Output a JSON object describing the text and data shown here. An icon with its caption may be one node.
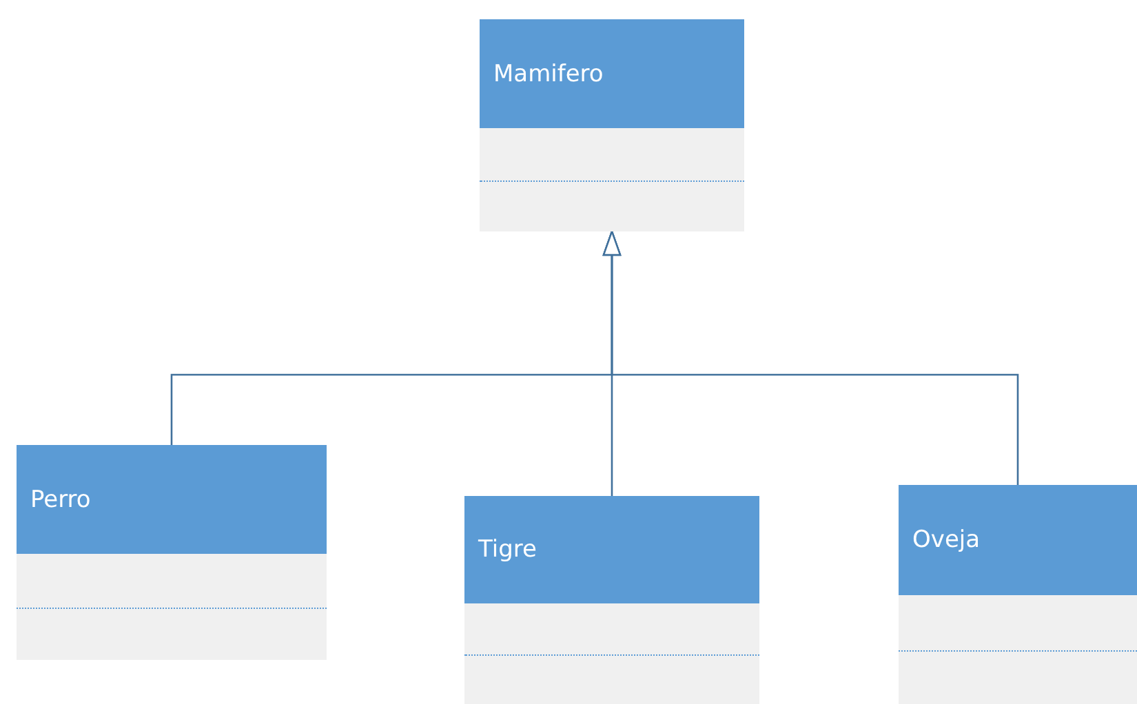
{
  "diagram": {
    "nodes": [
      {
        "text": [
          "Mamifero"
        ]
      },
      {
        "text": [
          "Perro"
        ]
      },
      {
        "text": [
          "Tigre"
        ]
      },
      {
        "text": [
          "Oveja"
        ]
      }
    ],
    "edges": [
      {
        "from": 1,
        "to": 0,
        "arrow": "to"
      },
      {
        "from": 2,
        "to": 0,
        "arrow": "to"
      },
      {
        "from": 3,
        "to": 0,
        "arrow": "to"
      }
    ]
  }
}
